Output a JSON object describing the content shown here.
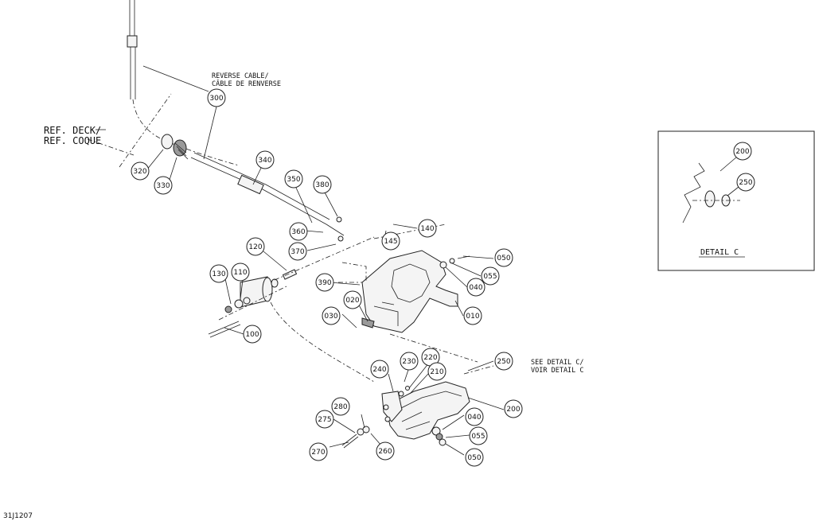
{
  "diagram": {
    "ref_deck": [
      "REF. DECK/",
      "REF. COQUE"
    ],
    "reverse_cable": [
      "REVERSE CABLE/",
      "CÂBLE DE RENVERSE"
    ],
    "see_detail": [
      "SEE DETAIL C/",
      "VOIR DETAIL C"
    ],
    "detail_title": "DETAIL C",
    "drawing_code": "31J1207",
    "callouts": {
      "c300": "300",
      "c320": "320",
      "c330": "330",
      "c340": "340",
      "c350": "350",
      "c380": "380",
      "c360": "360",
      "c370": "370",
      "c140": "140",
      "c145": "145",
      "c120": "120",
      "c130": "130",
      "c110": "110",
      "c100": "100",
      "c390": "390",
      "c020": "020",
      "c030": "030",
      "c050a": "050",
      "c055a": "055",
      "c040a": "040",
      "c010": "010",
      "c230": "230",
      "c220": "220",
      "c240": "240",
      "c210": "210",
      "c250": "250",
      "c200": "200",
      "c280": "280",
      "c275": "275",
      "c270": "270",
      "c260": "260",
      "c040b": "040",
      "c055b": "055",
      "c050b": "050",
      "c200d": "200",
      "c250d": "250"
    }
  }
}
